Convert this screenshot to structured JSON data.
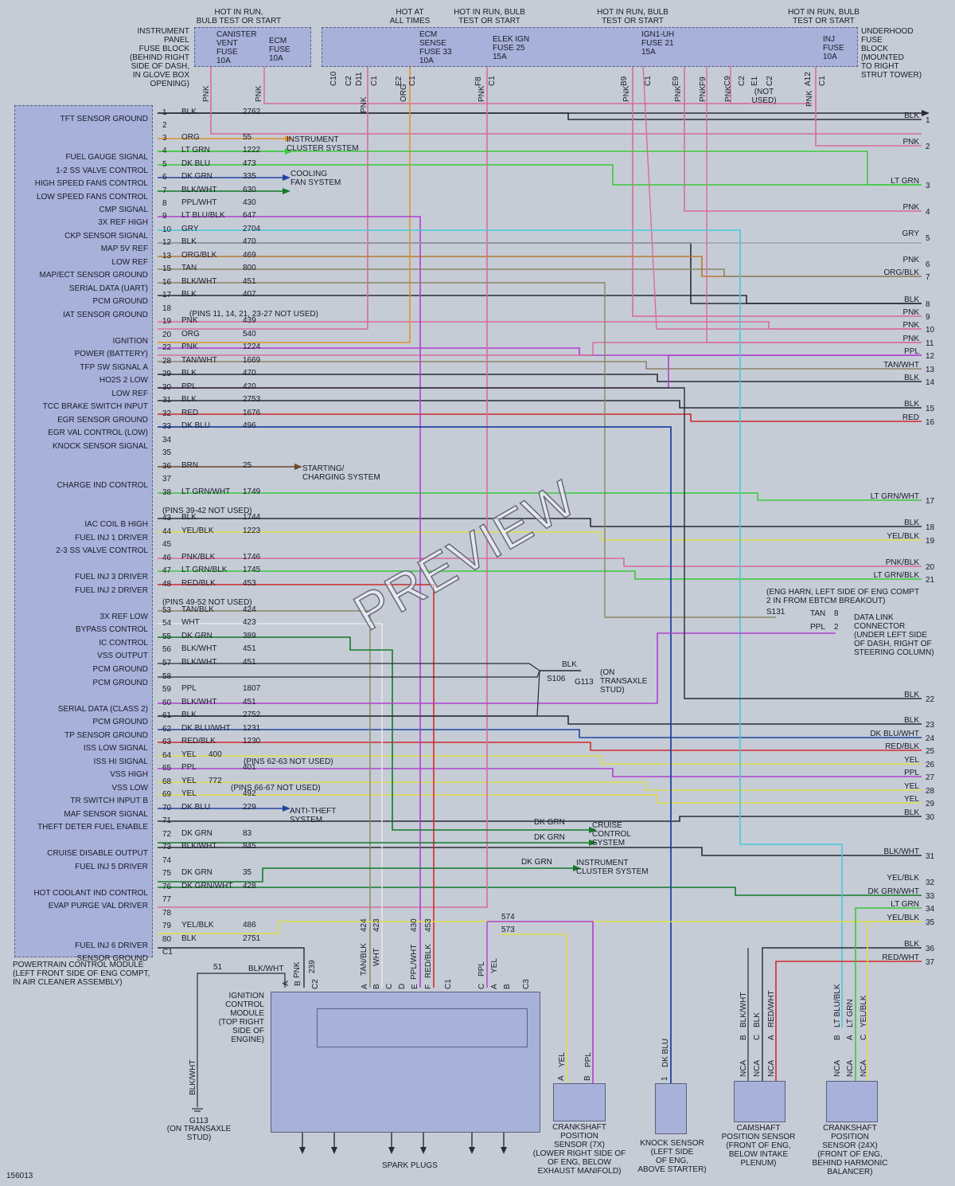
{
  "doc_id": "156013",
  "watermark": "PREVIEW",
  "headers": {
    "h1": "HOT IN RUN,\nBULB TEST OR START",
    "h2": "HOT AT\nALL TIMES",
    "h3": "HOT IN RUN, BULB\nTEST OR START",
    "h4": "HOT IN RUN, BULB\nTEST OR START",
    "h5": "HOT IN RUN, BULB\nTEST OR START"
  },
  "ip_fuse_block": "INSTRUMENT\nPANEL\nFUSE BLOCK\n(BEHIND RIGHT\nSIDE OF DASH,\nIN GLOVE BOX\nOPENING)",
  "uh_fuse_block": "UNDERHOOD\nFUSE\nBLOCK\n(MOUNTED\nTO RIGHT\nSTRUT TOWER)",
  "fuses": [
    {
      "label": "CANISTER\nVENT\nFUSE\n10A"
    },
    {
      "label": "ECM\nFUSE\n10A"
    },
    {
      "label": "ECM\nSENSE\nFUSE 33\n10A"
    },
    {
      "label": "ELEK IGN\nFUSE 25\n15A"
    },
    {
      "label": "IGN1-UH\nFUSE 21\n15A"
    },
    {
      "label": "INJ\nFUSE\n10A"
    }
  ],
  "top_pins": [
    "C10",
    "C2",
    "D11",
    "C1",
    "E2",
    "C1",
    "F8",
    "C1",
    "B9",
    "C1",
    "E9",
    "F9",
    "C9",
    "C2",
    "E1",
    "C2",
    "A12",
    "C1"
  ],
  "top_wire_labels": [
    "PNK",
    "PNK",
    "PNK",
    "ORG",
    "PNK",
    "PNK",
    "PNK",
    "PNK",
    "PNK",
    "PNK",
    "PNK"
  ],
  "not_used_top": "(NOT\nUSED)",
  "pcm_pins": [
    {
      "pin": "1",
      "label": "TFT SENSOR GROUND",
      "color": "BLK",
      "circuit": "2762"
    },
    {
      "pin": "2",
      "label": "",
      "color": "",
      "circuit": ""
    },
    {
      "pin": "3",
      "label": "",
      "color": "ORG",
      "circuit": "55"
    },
    {
      "pin": "4",
      "label": "FUEL GAUGE SIGNAL",
      "color": "LT GRN",
      "circuit": "1222"
    },
    {
      "pin": "5",
      "label": "1-2 SS VALVE CONTROL",
      "color": "DK BLU",
      "circuit": "473"
    },
    {
      "pin": "6",
      "label": "HIGH SPEED FANS CONTROL",
      "color": "DK GRN",
      "circuit": "335"
    },
    {
      "pin": "7",
      "label": "LOW SPEED FANS CONTROL",
      "color": "BLK/WHT",
      "circuit": "630"
    },
    {
      "pin": "8",
      "label": "CMP SIGNAL",
      "color": "PPL/WHT",
      "circuit": "430"
    },
    {
      "pin": "9",
      "label": "3X REF HIGH",
      "color": "LT BLU/BLK",
      "circuit": "647"
    },
    {
      "pin": "10",
      "label": "CKP SENSOR SIGNAL",
      "color": "GRY",
      "circuit": "2704"
    },
    {
      "pin": "12",
      "label": "MAP 5V REF",
      "color": "BLK",
      "circuit": "470"
    },
    {
      "pin": "13",
      "label": "LOW REF",
      "color": "ORG/BLK",
      "circuit": "469"
    },
    {
      "pin": "15",
      "label": "MAP/ECT SENSOR GROUND",
      "color": "TAN",
      "circuit": "800"
    },
    {
      "pin": "16",
      "label": "SERIAL DATA (UART)",
      "color": "BLK/WHT",
      "circuit": "451"
    },
    {
      "pin": "17",
      "label": "PCM GROUND",
      "color": "BLK",
      "circuit": "407"
    },
    {
      "pin": "18",
      "label": "IAT SENSOR GROUND",
      "color": "",
      "circuit": ""
    },
    {
      "pin": "19",
      "label": "",
      "color": "PNK",
      "circuit": "439"
    },
    {
      "pin": "20",
      "label": "IGNITION",
      "color": "ORG",
      "circuit": "540"
    },
    {
      "pin": "22",
      "label": "POWER (BATTERY)",
      "color": "PNK",
      "circuit": "1224"
    },
    {
      "pin": "28",
      "label": "TFP SW SIGNAL A",
      "color": "TAN/WHT",
      "circuit": "1669"
    },
    {
      "pin": "29",
      "label": "HO2S 2 LOW",
      "color": "BLK",
      "circuit": "470"
    },
    {
      "pin": "30",
      "label": "LOW REF",
      "color": "PPL",
      "circuit": "420"
    },
    {
      "pin": "31",
      "label": "TCC BRAKE SWITCH INPUT",
      "color": "BLK",
      "circuit": "2753"
    },
    {
      "pin": "32",
      "label": "EGR SENSOR GROUND",
      "color": "RED",
      "circuit": "1676"
    },
    {
      "pin": "33",
      "label": "EGR VAL CONTROL (LOW)",
      "color": "DK BLU",
      "circuit": "496"
    },
    {
      "pin": "34",
      "label": "KNOCK SENSOR SIGNAL",
      "color": "",
      "circuit": ""
    },
    {
      "pin": "35",
      "label": "",
      "color": "",
      "circuit": ""
    },
    {
      "pin": "36",
      "label": "",
      "color": "BRN",
      "circuit": "25"
    },
    {
      "pin": "37",
      "label": "CHARGE IND CONTROL",
      "color": "",
      "circuit": ""
    },
    {
      "pin": "38",
      "label": "",
      "color": "LT GRN/WHT",
      "circuit": "1749"
    },
    {
      "pin": "43",
      "label": "IAC COIL B HIGH",
      "color": "BLK",
      "circuit": "1744"
    },
    {
      "pin": "44",
      "label": "FUEL INJ 1 DRIVER",
      "color": "YEL/BLK",
      "circuit": "1223"
    },
    {
      "pin": "45",
      "label": "2-3 SS VALVE CONTROL",
      "color": "",
      "circuit": ""
    },
    {
      "pin": "46",
      "label": "",
      "color": "PNK/BLK",
      "circuit": "1746"
    },
    {
      "pin": "47",
      "label": "FUEL INJ 3 DRIVER",
      "color": "LT GRN/BLK",
      "circuit": "1745"
    },
    {
      "pin": "48",
      "label": "FUEL INJ 2 DRIVER",
      "color": "RED/BLK",
      "circuit": "453"
    },
    {
      "pin": "53",
      "label": "3X REF LOW",
      "color": "TAN/BLK",
      "circuit": "424"
    },
    {
      "pin": "54",
      "label": "BYPASS CONTROL",
      "color": "WHT",
      "circuit": "423"
    },
    {
      "pin": "55",
      "label": "IC CONTROL",
      "color": "DK GRN",
      "circuit": "389"
    },
    {
      "pin": "56",
      "label": "VSS OUTPUT",
      "color": "BLK/WHT",
      "circuit": "451"
    },
    {
      "pin": "57",
      "label": "PCM GROUND",
      "color": "BLK/WHT",
      "circuit": "451"
    },
    {
      "pin": "58",
      "label": "PCM GROUND",
      "color": "",
      "circuit": ""
    },
    {
      "pin": "59",
      "label": "",
      "color": "PPL",
      "circuit": "1807"
    },
    {
      "pin": "60",
      "label": "SERIAL DATA (CLASS 2)",
      "color": "BLK/WHT",
      "circuit": "451"
    },
    {
      "pin": "61",
      "label": "PCM GROUND",
      "color": "BLK",
      "circuit": "2752"
    },
    {
      "pin": "62",
      "label": "TP SENSOR GROUND",
      "color": "DK BLU/WHT",
      "circuit": "1231"
    },
    {
      "pin": "63",
      "label": "ISS LOW SIGNAL",
      "color": "RED/BLK",
      "circuit": "1230"
    },
    {
      "pin": "64",
      "label": "ISS HI SIGNAL",
      "color": "YEL",
      "circuit": "400"
    },
    {
      "pin": "65",
      "label": "VSS HIGH",
      "color": "PPL",
      "circuit": "401"
    },
    {
      "pin": "68",
      "label": "VSS LOW",
      "color": "YEL",
      "circuit": "772"
    },
    {
      "pin": "69",
      "label": "TR SWITCH INPUT B",
      "color": "YEL",
      "circuit": "492"
    },
    {
      "pin": "70",
      "label": "MAF SENSOR SIGNAL",
      "color": "DK BLU",
      "circuit": "229"
    },
    {
      "pin": "71",
      "label": "THEFT DETER FUEL ENABLE",
      "color": "",
      "circuit": ""
    },
    {
      "pin": "72",
      "label": "",
      "color": "DK GRN",
      "circuit": "83"
    },
    {
      "pin": "73",
      "label": "CRUISE DISABLE OUTPUT",
      "color": "BLK/WHT",
      "circuit": "845"
    },
    {
      "pin": "74",
      "label": "FUEL INJ 5 DRIVER",
      "color": "",
      "circuit": ""
    },
    {
      "pin": "75",
      "label": "",
      "color": "DK GRN",
      "circuit": "35"
    },
    {
      "pin": "76",
      "label": "HOT COOLANT IND CONTROL",
      "color": "DK GRN/WHT",
      "circuit": "428"
    },
    {
      "pin": "77",
      "label": "EVAP PURGE VAL DRIVER",
      "color": "",
      "circuit": ""
    },
    {
      "pin": "78",
      "label": "",
      "color": "",
      "circuit": ""
    },
    {
      "pin": "79",
      "label": "",
      "color": "YEL/BLK",
      "circuit": "486"
    },
    {
      "pin": "80",
      "label": "FUEL INJ 6 DRIVER",
      "color": "BLK",
      "circuit": "2751"
    },
    {
      "pin": "C1",
      "label": "SENSOR GROUND",
      "color": "",
      "circuit": ""
    }
  ],
  "not_used_notes": [
    "(PINS 11, 14, 21, 23-27 NOT USED)",
    "(PINS 39-42 NOT USED)",
    "(PINS 49-52 NOT USED)",
    "(PINS 62-63 NOT USED)",
    "(PINS 66-67 NOT USED)"
  ],
  "pcm_caption": "POWERTRAIN CONTROL MODULE\n(LEFT FRONT SIDE OF ENG COMPT,\nIN AIR CLEANER ASSEMBLY)",
  "destinations": {
    "instrument_cluster": "INSTRUMENT\nCLUSTER SYSTEM",
    "cooling_fan": "COOLING\nFAN SYSTEM",
    "starting_charging": "STARTING/\nCHARGING SYSTEM",
    "anti_theft": "ANTI-THEFT\nSYSTEM",
    "cruise": "CRUISE\nCONTROL\nSYSTEM",
    "instrument_cluster_2": "INSTRUMENT\nCLUSTER SYSTEM"
  },
  "right_connector": [
    {
      "n": "1",
      "color": "BLK"
    },
    {
      "n": "2",
      "color": "PNK"
    },
    {
      "n": "3",
      "color": "LT GRN"
    },
    {
      "n": "4",
      "color": "PNK"
    },
    {
      "n": "5",
      "color": "GRY"
    },
    {
      "n": "6",
      "color": "PNK"
    },
    {
      "n": "7",
      "color": "ORG/BLK"
    },
    {
      "n": "8",
      "color": "BLK"
    },
    {
      "n": "9",
      "color": "PNK"
    },
    {
      "n": "10",
      "color": "PNK"
    },
    {
      "n": "11",
      "color": "PNK"
    },
    {
      "n": "12",
      "color": "PPL"
    },
    {
      "n": "13",
      "color": "TAN/WHT"
    },
    {
      "n": "14",
      "color": "BLK"
    },
    {
      "n": "15",
      "color": "BLK"
    },
    {
      "n": "16",
      "color": "RED"
    },
    {
      "n": "17",
      "color": "LT GRN/WHT"
    },
    {
      "n": "18",
      "color": "BLK"
    },
    {
      "n": "19",
      "color": "YEL/BLK"
    },
    {
      "n": "20",
      "color": "PNK/BLK"
    },
    {
      "n": "21",
      "color": "LT GRN/BLK"
    },
    {
      "n": "22",
      "color": "BLK"
    },
    {
      "n": "23",
      "color": "BLK"
    },
    {
      "n": "24",
      "color": "DK BLU/WHT"
    },
    {
      "n": "25",
      "color": "RED/BLK"
    },
    {
      "n": "26",
      "color": "YEL"
    },
    {
      "n": "27",
      "color": "PPL"
    },
    {
      "n": "28",
      "color": "YEL"
    },
    {
      "n": "29",
      "color": "YEL"
    },
    {
      "n": "30",
      "color": "BLK"
    },
    {
      "n": "31",
      "color": "BLK/WHT"
    },
    {
      "n": "32",
      "color": "YEL/BLK"
    },
    {
      "n": "33",
      "color": "DK GRN/WHT"
    },
    {
      "n": "34",
      "color": "LT GRN"
    },
    {
      "n": "35",
      "color": "YEL/BLK"
    },
    {
      "n": "36",
      "color": "BLK"
    },
    {
      "n": "37",
      "color": "RED/WHT"
    }
  ],
  "eng_harness_note": "(ENG HARN, LEFT SIDE OF ENG COMPT\n2 IN FROM EBTCM BREAKOUT)",
  "s131": "S131",
  "dlc": {
    "tan": "TAN",
    "tan_pin": "8",
    "ppl": "PPL",
    "ppl_pin": "2",
    "label": "DATA LINK\nCONNECTOR\n(UNDER LEFT SIDE\nOF DASH, RIGHT OF\nSTEERING COLUMN)"
  },
  "ground_s106": {
    "blk": "BLK",
    "s106": "S106",
    "g113": "G113",
    "label": "(ON\nTRANSAXLE\nSTUD)"
  },
  "cruise_wires": [
    "DK GRN",
    "DK GRN"
  ],
  "cluster_wire": "DK GRN",
  "icm": {
    "label": "IGNITION\nCONTROL\nMODULE\n(TOP RIGHT\nSIDE OF\nENGINE)",
    "c2_pins": [
      "A",
      "B",
      "C2"
    ],
    "c1_pins": [
      "A",
      "B",
      "C",
      "D",
      "E",
      "F",
      "C1"
    ],
    "c3_pins": [
      "C",
      "A",
      "B",
      "C3"
    ],
    "top_wires": [
      "BLK/WHT",
      "PNK",
      "239"
    ],
    "mid_wires": [
      "424",
      "TAN/BLK",
      "423",
      "WHT",
      "430",
      "PPL/WHT",
      "453",
      "RED/BLK"
    ],
    "right_wires": [
      "PPL",
      "YEL"
    ],
    "circuits": [
      "574",
      "573"
    ],
    "spark": "SPARK PLUGS"
  },
  "g113_bottom": {
    "circuit": "51",
    "wire": "BLK/WHT",
    "vertical": "BLK/WHT",
    "g113": "G113",
    "label": "(ON TRANSAXLE\nSTUD)"
  },
  "sensors": {
    "ckp7x": {
      "wires": [
        "YEL",
        "PPL"
      ],
      "pins": [
        "A",
        "B"
      ],
      "label": "CRANKSHAFT\nPOSITION\nSENSOR (7X)\n(LOWER RIGHT SIDE OF\nOF ENG, BELOW\nEXHAUST MANIFOLD)"
    },
    "knock": {
      "wire": "DK BLU",
      "pin": "1",
      "label": "KNOCK SENSOR\n(LEFT SIDE\nOF ENG,\nABOVE STARTER)"
    },
    "cmp": {
      "wires": [
        "BLK/WHT",
        "BLK",
        "RED/WHT"
      ],
      "pins": [
        "B",
        "C",
        "A"
      ],
      "nca": "NCA",
      "label": "CAMSHAFT\nPOSITION SENSOR\n(FRONT OF ENG,\nBELOW INTAKE\nPLENUM)"
    },
    "ckp24x": {
      "wires": [
        "LT BLU/BLK",
        "LT GRN",
        "YEL/BLK"
      ],
      "pins": [
        "B",
        "A",
        "C"
      ],
      "nca": "NCA",
      "label": "CRANKSHAFT\nPOSITION\nSENSOR (24X)\n(FRONT OF ENG,\nBEHIND HARMONIC\nBALANCER)"
    }
  },
  "colors": {
    "pnk": "#d96aa0",
    "org": "#e0922a",
    "ltgrn": "#3ac93a",
    "dkblu": "#2244a0",
    "dkgrn": "#127a2a",
    "blk": "#2b2b33",
    "ppl": "#b23fd0",
    "gry": "#a0a0a8",
    "red": "#d02a2a",
    "tan": "#8e8466",
    "yel": "#dede4a",
    "ltblu": "#48c8d8",
    "pcm_bg": "#a7b1d9"
  }
}
